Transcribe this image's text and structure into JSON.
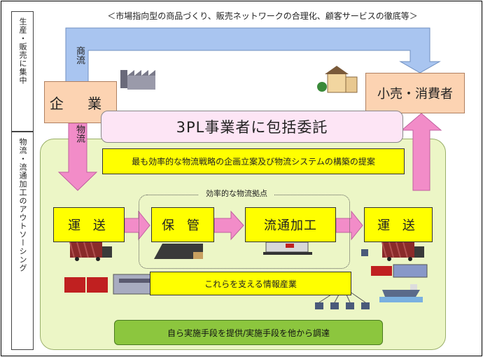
{
  "top_note": "＜市場指向型の商品づくり、販売ネットワークの合理化、顧客サービスの徹底等＞",
  "side_top": "生産・販売に集中",
  "side_bottom": "物流・流通加工のアウトソーシング",
  "shouryuu_label": "商流",
  "butsuryuu_label": "物流",
  "company": "企 業",
  "retail": "小売・消費者",
  "banner": "3PL事業者に包括委託",
  "proposal": "最も効率的な物流戦略の企画立案及び物流システムの構築の提案",
  "base_label": "効率的な物流拠点",
  "process": [
    "運 送",
    "保 管",
    "流通加工",
    "運 送"
  ],
  "info_industry": "これらを支える情報産業",
  "bottom_note": "自ら実施手段を提供/実施手段を他から調達",
  "colors": {
    "blue_arrow": "#a9c5f0",
    "pink_arrow": "#f28cc8",
    "peach_box": "#fcd3b2",
    "yellow_box": "#ffff00",
    "green_panel": "#ecf6c6",
    "green_bar": "#8cc63e"
  },
  "icons": [
    "factory-icon",
    "store-icon",
    "truck-icon",
    "warehouse-icon",
    "trailer-icon",
    "train-icon",
    "ship-icon",
    "computer-network-icon"
  ]
}
